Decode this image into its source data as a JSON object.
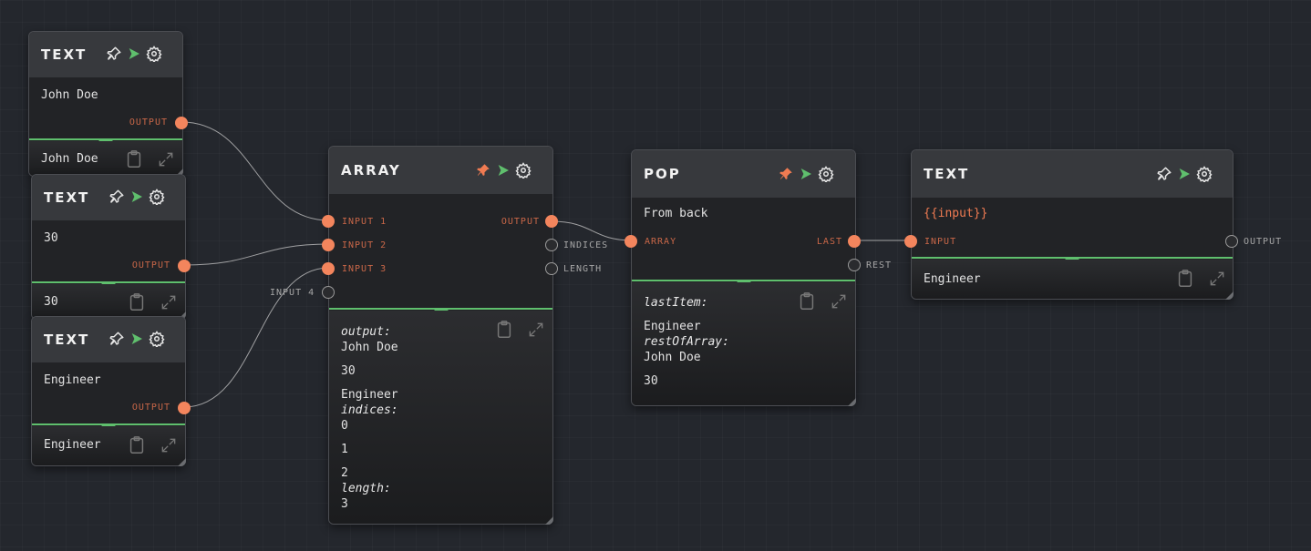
{
  "nodes": {
    "text1": {
      "title": "TEXT",
      "content": "John Doe",
      "port_out": "OUTPUT",
      "result": "John Doe"
    },
    "text2": {
      "title": "TEXT",
      "content": "30",
      "port_out": "OUTPUT",
      "result": "30"
    },
    "text3": {
      "title": "TEXT",
      "content": "Engineer",
      "port_out": "OUTPUT",
      "result": "Engineer"
    },
    "array": {
      "title": "ARRAY",
      "inputs": [
        "INPUT 1",
        "INPUT 2",
        "INPUT 3",
        "INPUT 4"
      ],
      "outputs": [
        "OUTPUT",
        "INDICES",
        "LENGTH"
      ],
      "result": {
        "output_key": "output:",
        "output_values": [
          "John Doe",
          "30",
          "Engineer"
        ],
        "indices_key": "indices:",
        "indices_values": [
          "0",
          "1",
          "2"
        ],
        "length_key": "length:",
        "length_value": "3"
      }
    },
    "pop": {
      "title": "POP",
      "content": "From back",
      "input": "ARRAY",
      "outputs": [
        "LAST",
        "REST"
      ],
      "result": {
        "last_key": "lastItem:",
        "last_value": "Engineer",
        "rest_key": "restOfArray:",
        "rest_values": [
          "John Doe",
          "30"
        ]
      }
    },
    "text4": {
      "title": "TEXT",
      "content": "{{input}}",
      "port_in": "INPUT",
      "port_out": "OUTPUT",
      "result": "Engineer"
    }
  },
  "colors": {
    "accent": "#f3855d",
    "run": "#5fbf6d",
    "pinned": "#f07b52",
    "background": "#24272d"
  },
  "icons": {
    "header": [
      "pin-icon",
      "play-icon",
      "gear-icon"
    ],
    "footer": [
      "clipboard-icon",
      "expand-icon"
    ]
  }
}
